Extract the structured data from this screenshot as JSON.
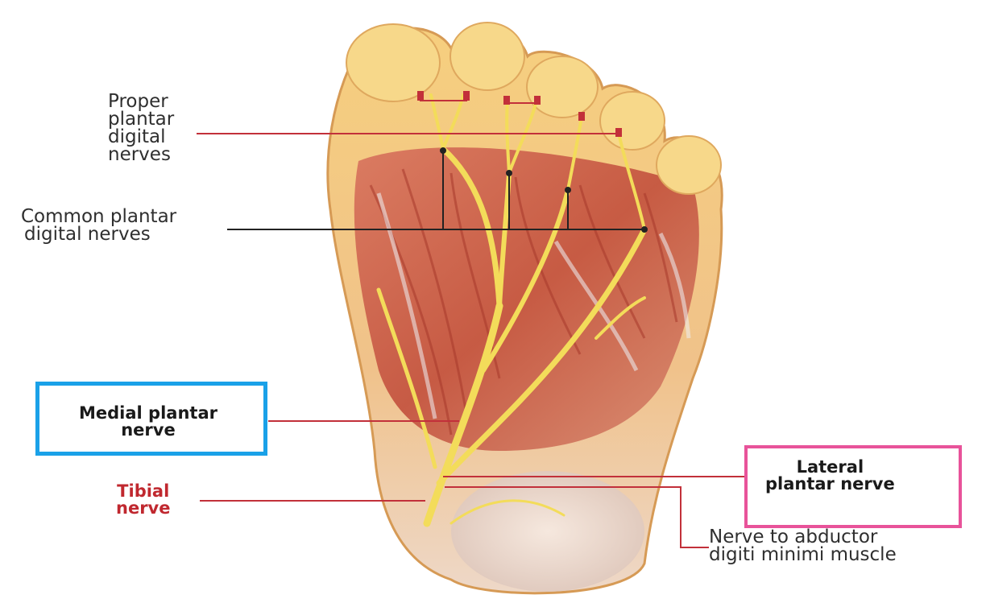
{
  "labels": {
    "proper": [
      "Proper",
      "plantar",
      "digital",
      "nerves"
    ],
    "common": [
      "Common plantar",
      "digital nerves"
    ],
    "medial": [
      "Medial plantar",
      "nerve"
    ],
    "tibial": [
      "Tibial",
      "nerve"
    ],
    "lateral": [
      "Lateral",
      "plantar nerve"
    ],
    "abductor": [
      "Nerve to abductor",
      "digiti minimi muscle"
    ]
  },
  "colors": {
    "medial_box": "#1aa1e8",
    "lateral_box": "#e8539a",
    "tibial_text": "#c0282f",
    "leader_red": "#c2303a",
    "leader_black": "#222222",
    "nerve": "#f3dc5a",
    "muscle": "#c85a45",
    "skin": "#f2c27a"
  }
}
